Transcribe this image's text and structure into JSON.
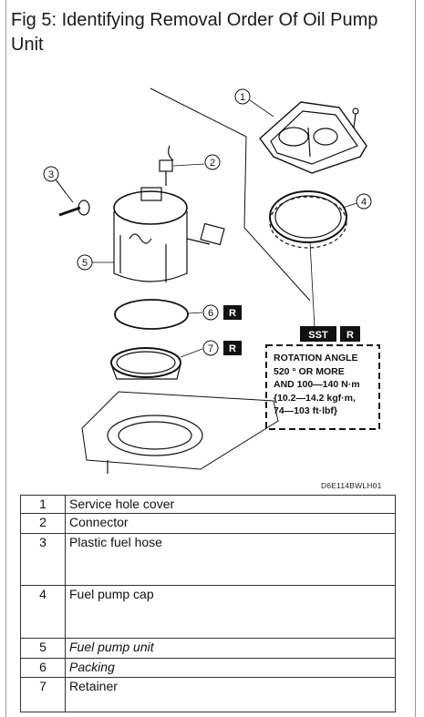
{
  "figure": {
    "title": "Fig 5: Identifying Removal Order Of Oil Pump Unit",
    "callouts": [
      "1",
      "2",
      "3",
      "4",
      "5",
      "6",
      "7"
    ],
    "badges": {
      "r_label": "R",
      "sst_label": "SST"
    },
    "note_lines": [
      "ROTATION ANGLE",
      "520 ° OR MORE",
      "AND 100—140 N·m",
      "{10.2—14.2 kgf·m,",
      "74—103 ft·lbf}"
    ],
    "code": "D6E114BWLH01"
  },
  "parts_table": {
    "rows": [
      {
        "num": "1",
        "desc": "Service hole cover"
      },
      {
        "num": "2",
        "desc": "Connector"
      },
      {
        "num": "3",
        "desc": "Plastic fuel hose"
      },
      {
        "num": "4",
        "desc": "Fuel pump cap"
      },
      {
        "num": "5",
        "desc": "Fuel pump unit"
      },
      {
        "num": "6",
        "desc": "Packing"
      },
      {
        "num": "7",
        "desc": "Retainer"
      }
    ]
  }
}
